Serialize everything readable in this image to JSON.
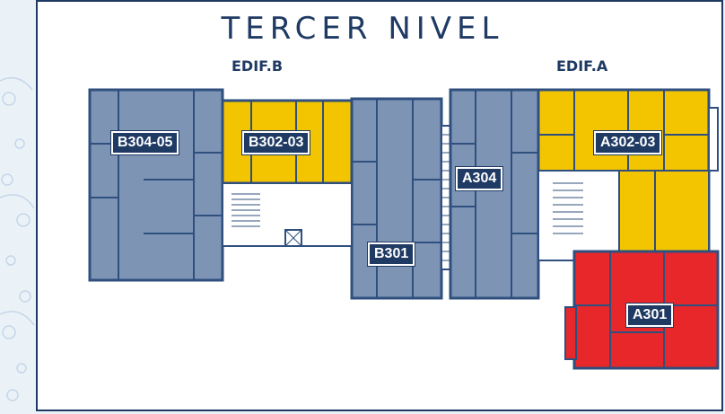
{
  "floor_title": "TERCER NIVEL",
  "buildings": {
    "b": "EDIF.B",
    "a": "EDIF.A"
  },
  "units": {
    "b304_05": "B304-05",
    "b302_03": "B302-03",
    "b301": "B301",
    "a304": "A304",
    "a302_03": "A302-03",
    "a301": "A301"
  },
  "colors": {
    "navy": "#1f3a63",
    "unit_blue": "#7d94b5",
    "unit_yellow": "#f3c500",
    "unit_red": "#e8272b",
    "wall": "#3e5f8c"
  }
}
